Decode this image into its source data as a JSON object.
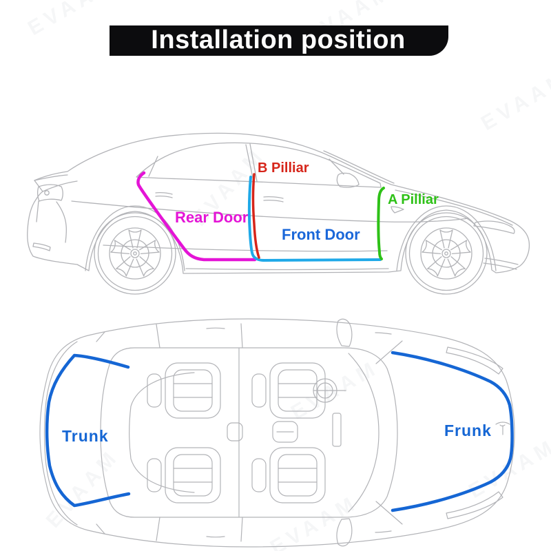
{
  "title": {
    "text": "Installation position"
  },
  "colors": {
    "banner_bg": "#0c0c0e",
    "banner_text": "#ffffff",
    "car_line": "#b2b3b7",
    "b_pillar": "#d6251a",
    "a_pillar": "#2ec117",
    "rear_door": "#e414d6",
    "front_door_line": "#1fa9e8",
    "front_door_label": "#1a67d9",
    "trunk": "#1566d4",
    "watermark": "#99a3ad"
  },
  "side_view": {
    "labels": {
      "b_pillar": "B Pilliar",
      "a_pillar": "A Pilliar",
      "rear_door": "Rear Door",
      "front_door": "Front Door"
    }
  },
  "top_view": {
    "labels": {
      "trunk": "Trunk",
      "frunk": "Frunk"
    }
  },
  "watermark": {
    "text": "EVAAM"
  }
}
